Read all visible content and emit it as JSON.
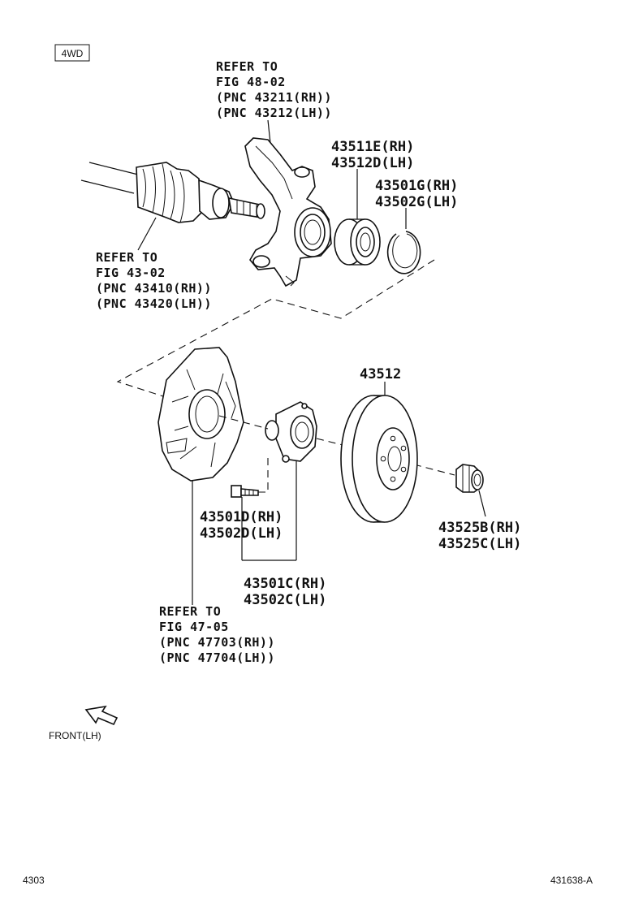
{
  "badge": "4WD",
  "refs": {
    "knuckle": [
      "REFER TO",
      "FIG 48-02",
      "(PNC 43211(RH))",
      "(PNC 43212(LH))"
    ],
    "driveshaft": [
      "REFER TO",
      "FIG 43-02",
      "(PNC 43410(RH))",
      "(PNC 43420(LH))"
    ],
    "dust_cover": [
      "REFER TO",
      "FIG 47-05",
      "(PNC 47703(RH))",
      "(PNC 47704(LH))"
    ]
  },
  "parts": {
    "bearing": [
      "43511E(RH)",
      "43512D(LH)"
    ],
    "snap_ring": [
      "43501G(RH)",
      "43502G(LH)"
    ],
    "disc": "43512",
    "bolt": [
      "43501D(RH)",
      "43502D(LH)"
    ],
    "hub": [
      "43501C(RH)",
      "43502C(LH)"
    ],
    "nut": [
      "43525B(RH)",
      "43525C(LH)"
    ]
  },
  "front_label": "FRONT(LH)",
  "page_number": "4303",
  "figure_id": "431638-A"
}
